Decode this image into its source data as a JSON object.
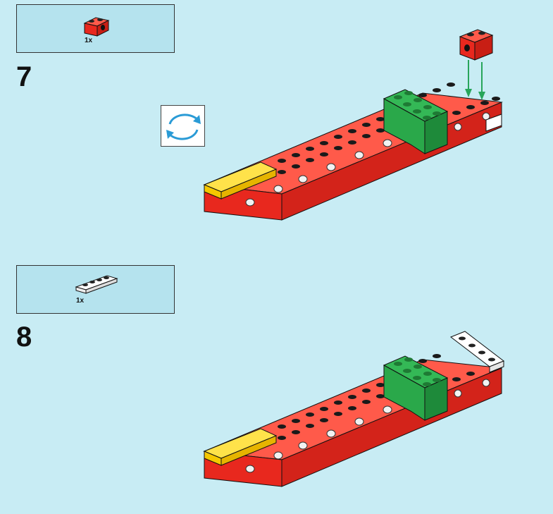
{
  "steps": [
    {
      "number": "7",
      "part": {
        "quantity": "1x",
        "name": "red-technic-brick-1x2-icon"
      }
    },
    {
      "number": "8",
      "part": {
        "quantity": "1x",
        "name": "white-plate-1x4-icon"
      }
    }
  ],
  "rotate": {
    "icon": "rotate-arrows-icon"
  },
  "colors": {
    "background": "#c8ecf4",
    "parts_box": "#b5e3ee",
    "red": "#e8281e",
    "green": "#2aa84a",
    "yellow": "#ffd21a",
    "white": "#ffffff",
    "arrow": "#27a55a",
    "rotate_arrow": "#2a9bd6"
  }
}
